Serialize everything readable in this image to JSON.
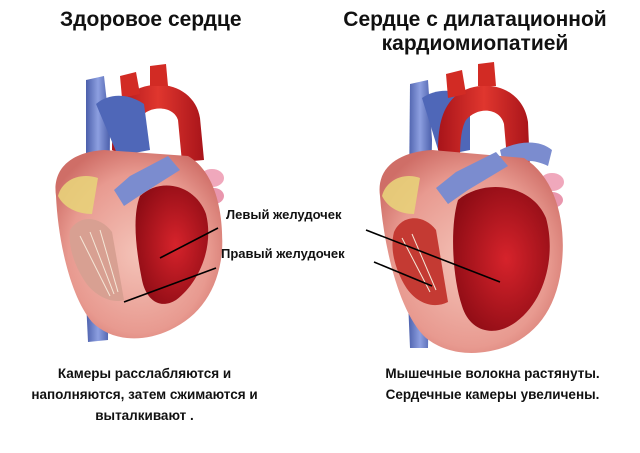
{
  "titles": {
    "healthy": "Здоровое сердце",
    "dilated": "Сердце с дилатационной кардиомиопатией"
  },
  "labels": {
    "left_ventricle": "Левый желудочек",
    "right_ventricle": "Правый желудочек"
  },
  "captions": {
    "healthy": "Камеры расслабляются и наполняются, затем сжимаются и выталкивают .",
    "dilated_line1": "Мышечные волокна растянуты.",
    "dilated_line2": "Сердечные камеры увеличены."
  },
  "colors": {
    "muscle_outer": "#e8a19a",
    "muscle_inner": "#c8332e",
    "chamber": "#b0121c",
    "vein": "#6a7fc4",
    "artery": "#d72a24",
    "pink_vessel": "#f0a8bc",
    "fat": "#e8d27a"
  }
}
